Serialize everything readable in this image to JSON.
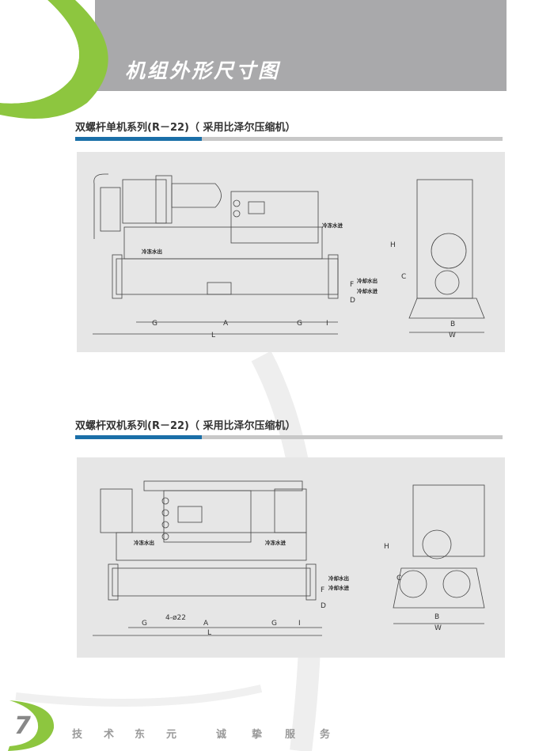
{
  "header": {
    "title": "机组外形尺寸图"
  },
  "sections": [
    {
      "title": "双螺杆单机系列(R－22)（ 采用比泽尔压缩机）",
      "labels": {
        "evap_out": "冷冻水出",
        "evap_in": "冷冻水进",
        "cond_out": "冷却水出",
        "cond_in": "冷却水进"
      },
      "dims": {
        "G": "G",
        "A": "A",
        "I": "I",
        "L": "L",
        "D": "D",
        "F": "F",
        "H": "H",
        "C": "C",
        "B": "B",
        "W": "W"
      }
    },
    {
      "title": "双螺杆双机系列(R－22)（ 采用比泽尔压缩机）",
      "labels": {
        "evap_out": "冷冻水出",
        "evap_in": "冷冻水进",
        "cond_out": "冷却水出",
        "cond_in": "冷却水进",
        "holes": "4-ø22"
      },
      "dims": {
        "G": "G",
        "A": "A",
        "I": "I",
        "L": "L",
        "D": "D",
        "F": "F",
        "H": "H",
        "C": "C",
        "B": "B",
        "W": "W"
      }
    }
  ],
  "footer": {
    "page_number": "7",
    "slogan": [
      "技",
      "术",
      "东",
      "元",
      "诚",
      "挚",
      "服",
      "务"
    ]
  },
  "colors": {
    "accent_blue": "#1a6fa8",
    "accent_green": "#8dc63f",
    "header_gray": "#a9a9ab"
  }
}
